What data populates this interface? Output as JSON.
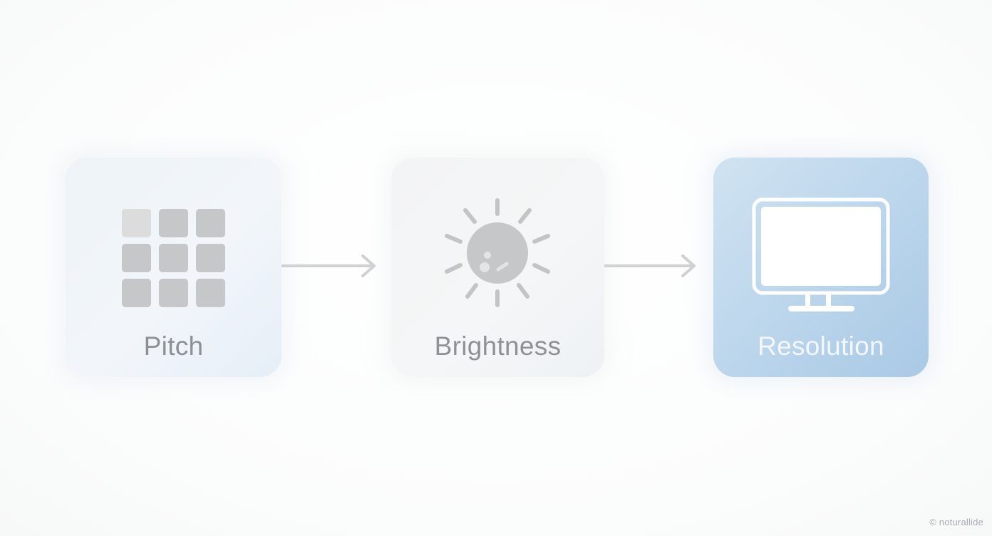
{
  "diagram": {
    "steps": [
      {
        "label": "Pitch",
        "icon": "grid-icon"
      },
      {
        "label": "Brightness",
        "icon": "sun-icon"
      },
      {
        "label": "Resolution",
        "icon": "monitor-icon"
      }
    ],
    "connectors": [
      "arrow-right-icon",
      "arrow-right-icon"
    ]
  },
  "watermark": "© noturallide",
  "colors": {
    "pitch_card": "#eef4f9",
    "brightness_card": "#f4f5f6",
    "resolution_card": "#b8d4ea",
    "icon_gray": "#c2c5c8",
    "arrow": "#cfd1d3",
    "resolution_text": "#f3f7fb"
  }
}
